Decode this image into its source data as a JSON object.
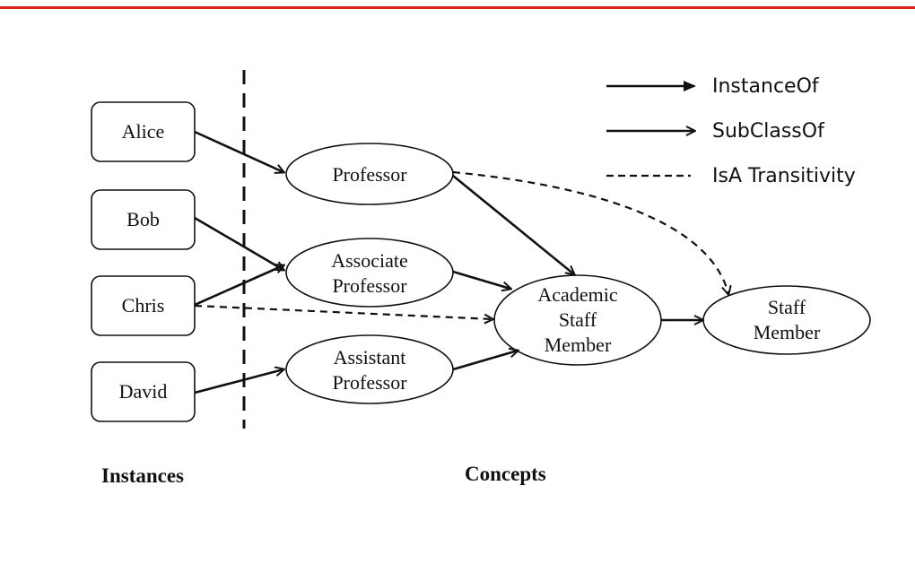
{
  "colors": {
    "accent_rule": "#e02020",
    "ink": "#111111",
    "background": "#ffffff"
  },
  "diagram": {
    "instances": {
      "alice": "Alice",
      "bob": "Bob",
      "chris": "Chris",
      "david": "David"
    },
    "concepts": {
      "professor": "Professor",
      "associate_line1": "Associate",
      "associate_line2": "Professor",
      "assistant_line1": "Assistant",
      "assistant_line2": "Professor",
      "academic_line1": "Academic",
      "academic_line2": "Staff",
      "academic_line3": "Member",
      "staff_line1": "Staff",
      "staff_line2": "Member"
    },
    "legend": {
      "instance_of": "InstanceOf",
      "subclass_of": "SubClassOf",
      "isa_transitivity": "IsA Transitivity"
    },
    "section_labels": {
      "instances": "Instances",
      "concepts": "Concepts"
    }
  }
}
